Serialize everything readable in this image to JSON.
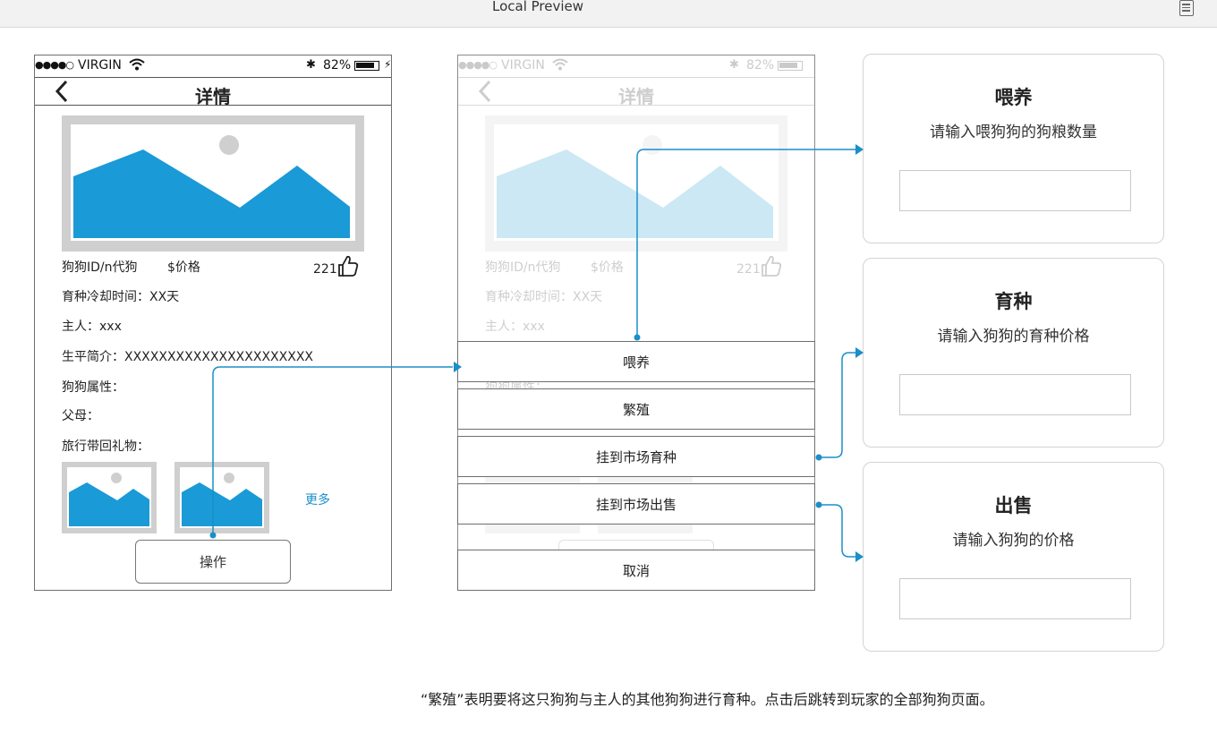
{
  "app": {
    "title": "Local Preview",
    "menu_icon": "list-icon"
  },
  "status_bar": {
    "signal": "●●●●○",
    "carrier": "VIRGIN",
    "battery_pct": "82%",
    "wifi_icon": "wifi-icon",
    "bt_icon": "bluetooth-icon"
  },
  "detail": {
    "nav_title": "详情",
    "back_icon": "chevron-left-icon",
    "dog_id": "狗狗ID/n代狗",
    "price": "$价格",
    "likes": "221",
    "cooldown": "育种冷却时间：XX天",
    "owner": "主人：xxx",
    "bio": "生平简介：XXXXXXXXXXXXXXXXXXXXXX",
    "attributes": "狗狗属性：",
    "parents": "父母：",
    "gifts": "旅行带回礼物：",
    "more_link": "更多",
    "operate_button": "操作"
  },
  "action_sheet": {
    "feed": "喂养",
    "breed": "繁殖",
    "market_breed": "挂到市场育种",
    "market_sell": "挂到市场出售",
    "cancel": "取消"
  },
  "panels": [
    {
      "title": "喂养",
      "desc": "请输入喂狗狗的狗粮数量",
      "value": ""
    },
    {
      "title": "育种",
      "desc": "请输入狗狗的育种价格",
      "value": ""
    },
    {
      "title": "出售",
      "desc": "请输入狗狗的价格",
      "value": ""
    }
  ],
  "note": "“繁殖”表明要将这只狗狗与主人的其他狗狗进行育种。点击后跳转到玩家的全部狗狗页面。",
  "colors": {
    "accent": "#1a8fc9",
    "image_blue": "#1a9ad6",
    "image_frame": "#cfcfcf",
    "border": "#6f6f6f"
  }
}
